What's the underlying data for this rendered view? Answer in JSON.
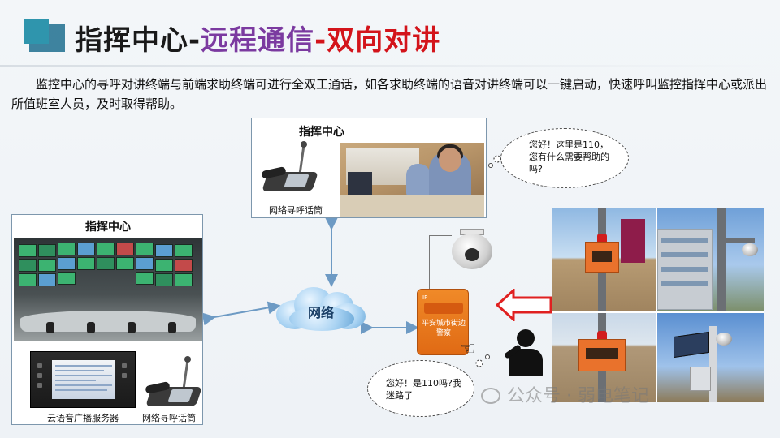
{
  "header": {
    "title_part1": "指挥中心-",
    "title_part2": "远程通信",
    "title_part3": "-双向对讲"
  },
  "intro": "监控中心的寻呼对讲终端与前端求助终端可进行全双工通话，如各求助终端的语音对讲终端可以一键启动，快速呼叫监控指挥中心或派出所值班室人员，及时取得帮助。",
  "top_panel": {
    "title": "指挥中心",
    "phone_caption": "网络寻呼话筒"
  },
  "bubble_top": "您好！这里是110，您有什么需要帮助的吗?",
  "left_panel": {
    "title": "指挥中心",
    "server_caption": "云语音广播服务器",
    "phone_caption": "网络寻呼话筒"
  },
  "network_label": "网络",
  "terminal": {
    "logo": "IP",
    "text": "平安城市街边警察"
  },
  "bubble_bottom": "您好！是110吗?我迷路了",
  "watermark": "公众号 · 弱电笔记",
  "colors": {
    "title_dark": "#1a1a1a",
    "title_purple": "#7b3aa0",
    "title_red": "#d3141b",
    "accent_teal": "#2f95ad",
    "arrow_blue": "#6d9ac4",
    "big_arrow_red": "#e02020",
    "terminal_orange": "#e9722c"
  },
  "icons": [
    "hand-pointing-icon",
    "person-calling-icon",
    "wechat-icon"
  ]
}
